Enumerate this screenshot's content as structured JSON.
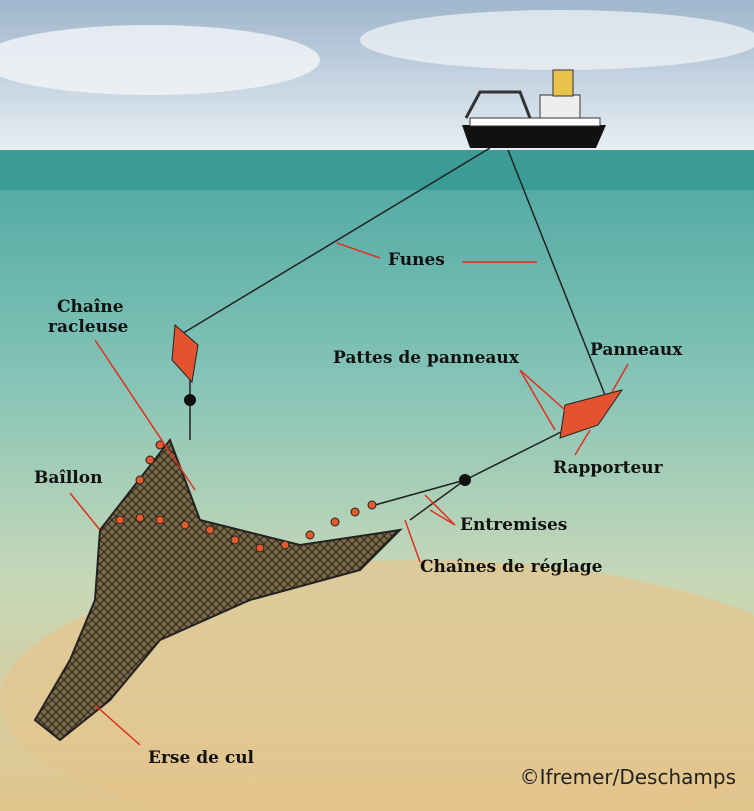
{
  "labels": {
    "funes": "Funes",
    "chaine_racleuse_1": "Chaîne",
    "chaine_racleuse_2": "racleuse",
    "pattes_de_panneaux": "Pattes de panneaux",
    "panneaux": "Panneaux",
    "rapporteur": "Rapporteur",
    "baillon": "Baîllon",
    "entremises": "Entremises",
    "chaines_de_reglage": "Chaînes de réglage",
    "erse_de_cul": "Erse de cul"
  },
  "credit": "©Ifremer/Deschamps",
  "colors": {
    "sky": "#c9d8e4",
    "sea_surface": "#3f9e9a",
    "water": "#8fc7b8",
    "seabed": "#e8c690",
    "leader": "#e0301e",
    "float": "#e3592a"
  }
}
